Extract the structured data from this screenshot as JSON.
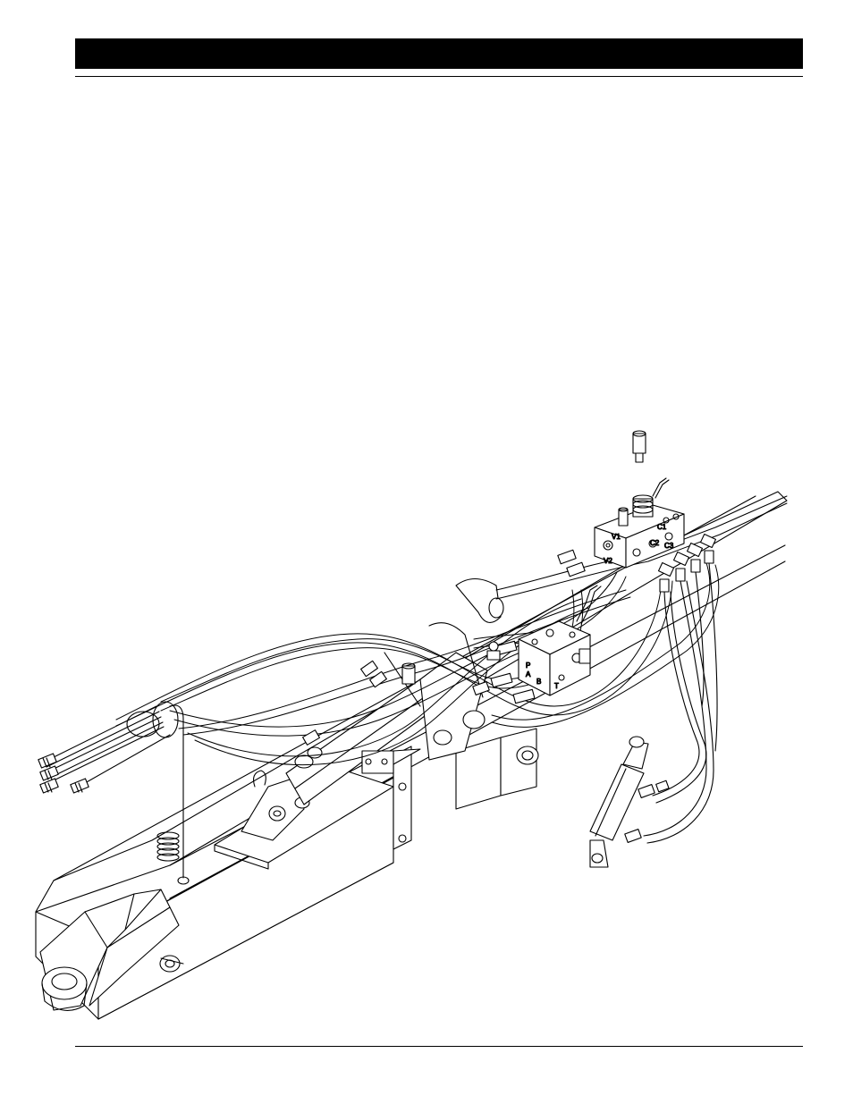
{
  "page": {
    "header_bar_color": "#000000",
    "rule_color": "#000000",
    "background": "#ffffff"
  },
  "illustration": {
    "subject": "hydraulic-drawbar-assembly",
    "style": "black-and-white-line-drawing",
    "valve_labels": {
      "upper_v1": "V1",
      "upper_v2": "V2",
      "upper_c1": "C1",
      "upper_c2": "C2",
      "upper_c3": "C3",
      "lower_p": "P",
      "lower_a": "A",
      "lower_b": "B",
      "lower_t": "T"
    }
  }
}
